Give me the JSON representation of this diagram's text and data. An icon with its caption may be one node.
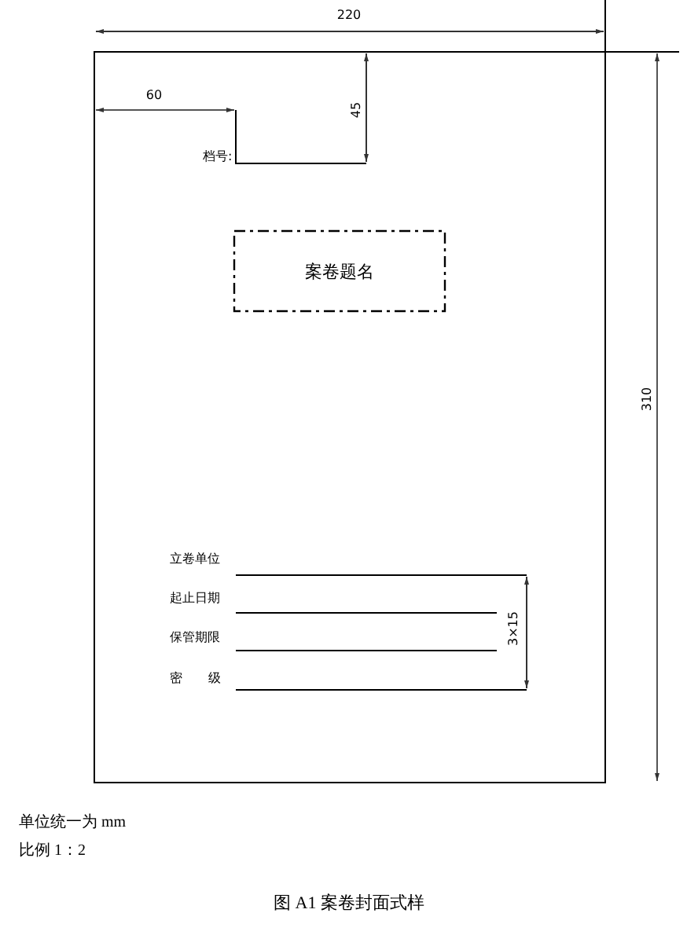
{
  "diagram": {
    "caption": "图 A1 案卷封面式样",
    "nodes": [
      {
        "text": [
          "案卷题名"
        ]
      }
    ],
    "edges": [],
    "labels": [
      "220",
      "60",
      "45",
      "档号:",
      "310",
      "立卷单位",
      "起止日期",
      "保管期限",
      "密 级",
      "3×15",
      "单位统一为 mm",
      "比例 1：2"
    ]
  }
}
